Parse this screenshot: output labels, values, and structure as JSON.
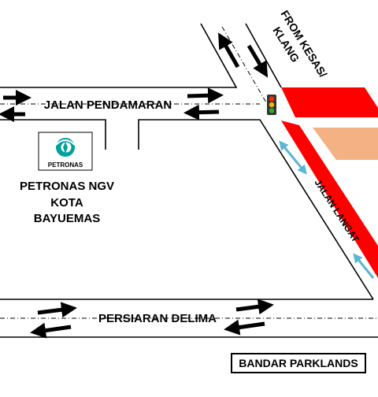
{
  "roads": {
    "pendamaran": "JALAN PENDAMARAN",
    "kesas_line1": "FROM KESAS/",
    "kesas_line2": "KLANG",
    "langat": "JALAN LANGAT",
    "delima": "PERSIARAN DELIMA"
  },
  "station": {
    "logo_text": "PETRONAS",
    "name_line1": "PETRONAS NGV",
    "name_line2": "KOTA",
    "name_line3": "BAYUEMAS"
  },
  "area": {
    "name": "BANDAR PARKLANDS"
  },
  "icons": {
    "traffic_light": "traffic-light-icon",
    "station_logo": "petronas-logo-icon",
    "direction": "arrow-icon"
  },
  "colors": {
    "road_edge": "#000000",
    "highlight_zone": "#ff0000",
    "building": "#f4b183",
    "lane_arrow_langat": "#5bb5d5",
    "petronas_green": "#00a19c"
  }
}
